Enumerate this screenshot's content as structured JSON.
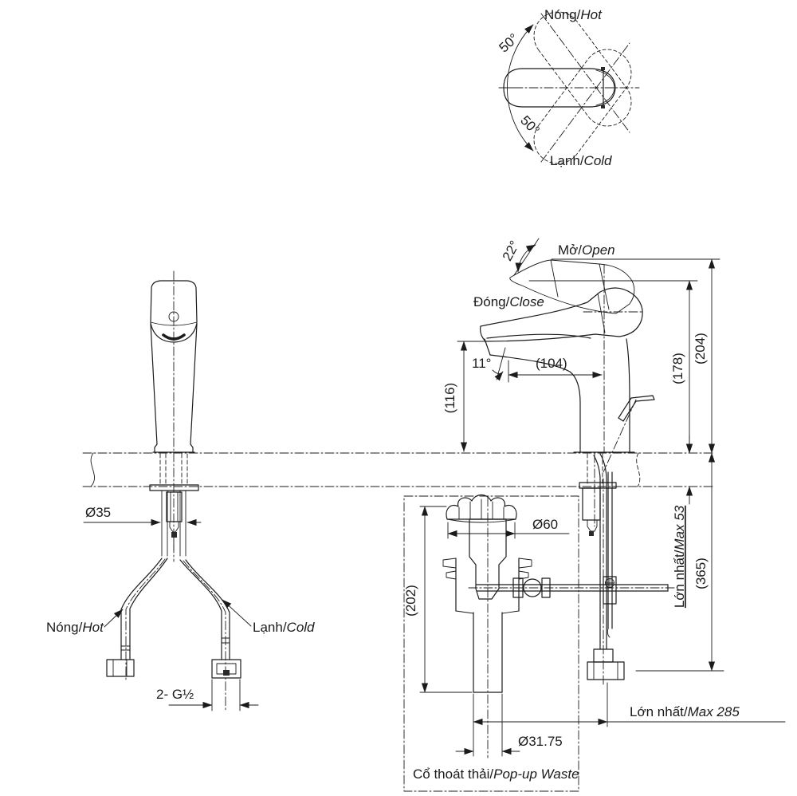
{
  "top_view": {
    "hot_vi": "Nóng/",
    "hot_en": "Hot",
    "cold_vi": "Lạnh/",
    "cold_en": "Cold",
    "angle_upper": "50°",
    "angle_lower": "50°"
  },
  "side_view": {
    "open_vi": "Mở/",
    "open_en": "Open",
    "close_vi": "Đóng/",
    "close_en": "Close",
    "lever_angle": "22°",
    "aerator_angle": "11°",
    "spout_reach": "(104)",
    "spout_height": "(116)",
    "height_closed": "(178)",
    "height_open": "(204)"
  },
  "front_view": {
    "hot_vi": "Nóng/",
    "hot_en": "Hot",
    "cold_vi": "Lạnh/",
    "cold_en": "Cold",
    "shank_dia": "Ø35",
    "supply_thread": "2- G½"
  },
  "waste_view": {
    "body_height": "(202)",
    "flange_dia": "Ø60",
    "tail_dia": "Ø31.75",
    "caption_vi": "Cổ thoát thải/",
    "caption_en": "Pop-up Waste"
  },
  "install_dims": {
    "max_deck_vi": "Lớn nhất/",
    "max_deck_en": "Max 53",
    "below_deck": "(365)",
    "max_reach_vi": "Lớn nhất/",
    "max_reach_en": "Max 285"
  }
}
